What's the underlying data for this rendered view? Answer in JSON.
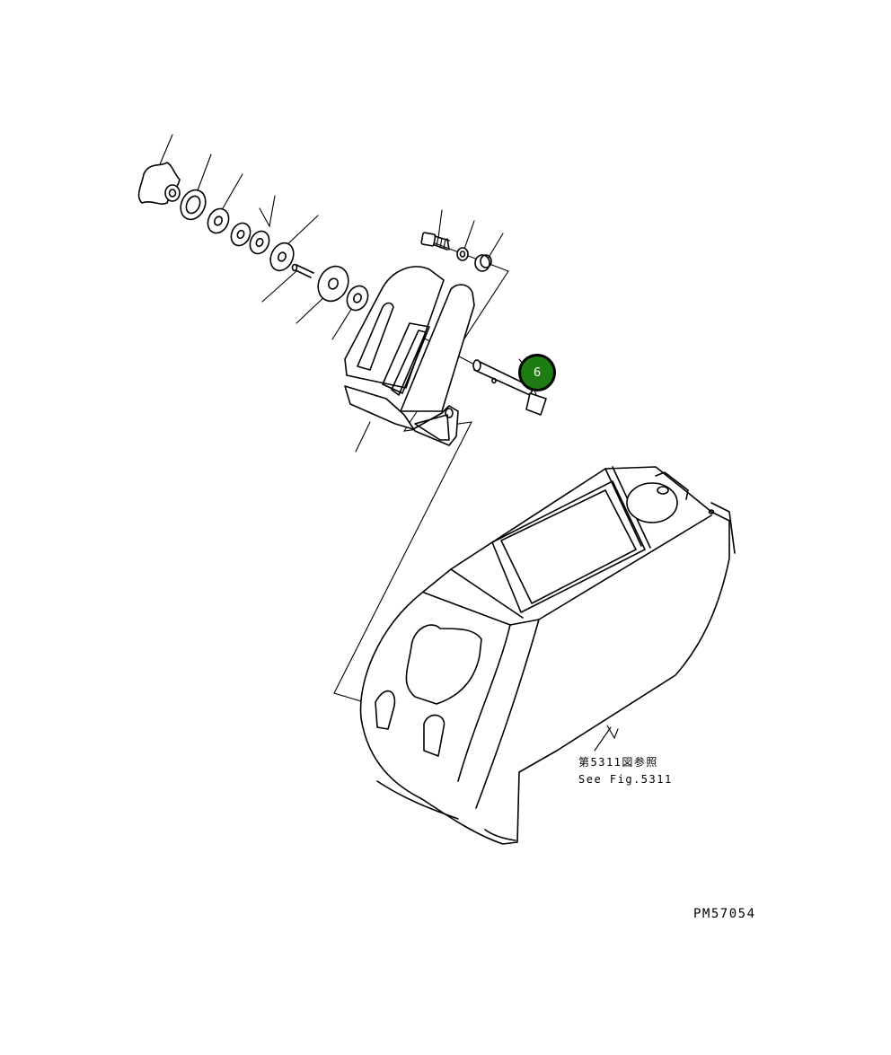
{
  "callouts": [
    {
      "id": "part-6",
      "label": "6",
      "color": "#1e7d12"
    }
  ],
  "reference_note": {
    "line_jp": "第5311図参照",
    "line_en": "See Fig.5311"
  },
  "drawing_number": "PM57054"
}
